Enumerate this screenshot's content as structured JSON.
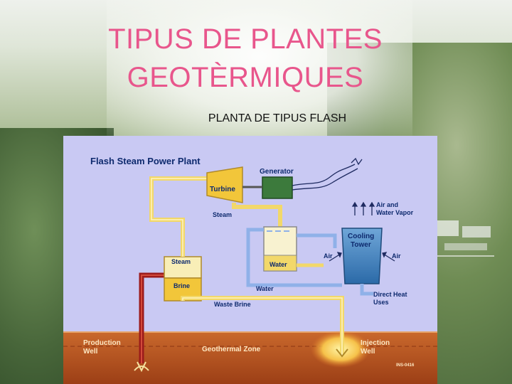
{
  "slide": {
    "title_line1": "TIPUS DE PLANTES",
    "title_line2": "GEOTÈRMIQUES",
    "subtitle": "PLANTA DE TIPUS FLASH"
  },
  "diagram": {
    "heading": "Flash Steam Power Plant",
    "labels": {
      "generator": "Generator",
      "turbine": "Turbine",
      "steam_pipe": "Steam",
      "air_and_water_vapor_line1": "Air and",
      "air_and_water_vapor_line2": "Water Vapor",
      "cooling_tower_line1": "Cooling",
      "cooling_tower_line2": "Tower",
      "air_left": "Air",
      "air_right": "Air",
      "separator_steam": "Steam",
      "separator_brine": "Brine",
      "condenser_water": "Water",
      "water_return": "Water",
      "waste_brine": "Waste Brine",
      "direct_heat_uses_line1": "Direct Heat",
      "direct_heat_uses_line2": "Uses",
      "production_well_line1": "Production",
      "production_well_line2": "Well",
      "geothermal_zone": "Geothermal Zone",
      "injection_well_line1": "Injection",
      "injection_well_line2": "Well",
      "figure_code": "INS-0416"
    },
    "colors": {
      "background": "#c9c9f3",
      "pipe_yellow": "#f2d86a",
      "pipe_blue": "#8fb1e8",
      "brine_red": "#9c1b1b",
      "ground": "#b8541f",
      "label": "#0e2a6e",
      "title_pink": "#e8568c"
    }
  }
}
